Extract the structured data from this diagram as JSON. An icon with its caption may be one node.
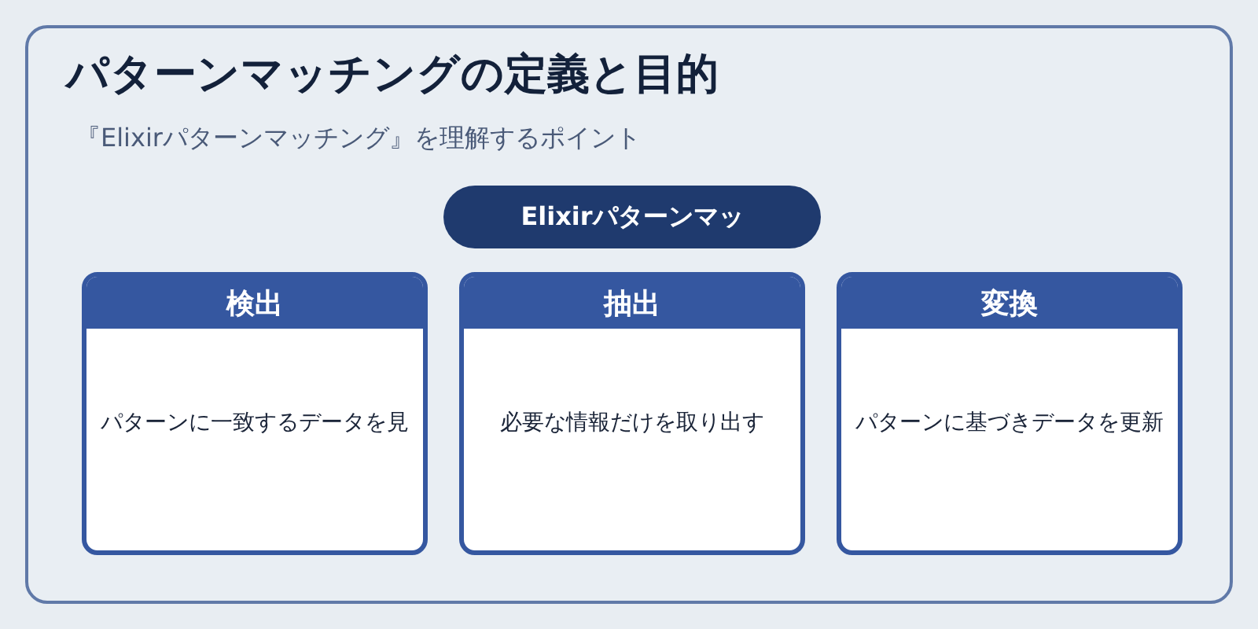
{
  "diagram": {
    "nodes": [
      {
        "text": [
          "パターンマッチングの定義と目的",
          "『Elixirパターンマッチング』を理解するポイント"
        ]
      },
      {
        "text": [
          "Elixirパターンマッ"
        ],
        "in": 0
      },
      {
        "text": [
          "検出",
          "パターンに一致するデータを見"
        ],
        "in": 0
      },
      {
        "text": [
          "抽出",
          "必要な情報だけを取り出す"
        ],
        "in": 0
      },
      {
        "text": [
          "変換",
          "パターンに基づきデータを更新"
        ],
        "in": 0
      }
    ]
  }
}
